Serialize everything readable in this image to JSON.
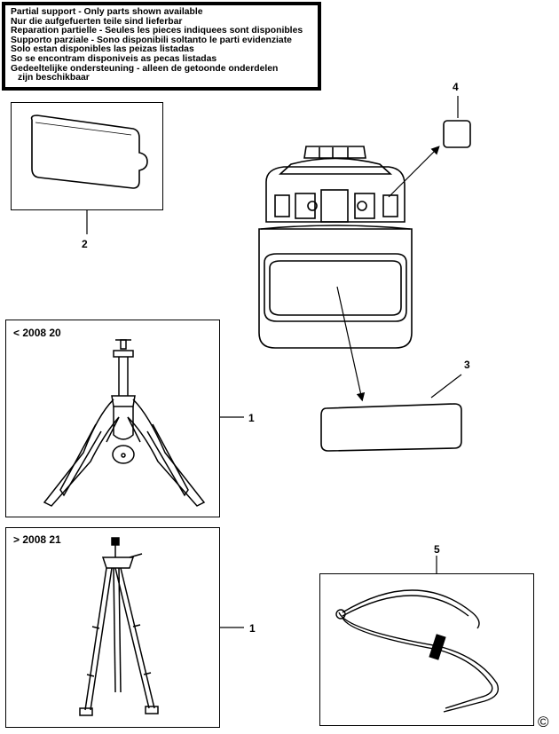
{
  "notice": {
    "lines": [
      "Partial support - Only parts shown available",
      "Nur die aufgefuerten teile sind lieferbar",
      "Reparation partielle - Seules les pieces indiquees sont disponibles",
      "Supporto parziale - Sono disponibili soltanto le parti evidenziate",
      "Solo estan disponibles las peizas listadas",
      "So se encontram disponiveis as pecas listadas",
      "Gedeeltelijke ondersteuning - alleen de getoonde onderdelen",
      "zijn beschikbaar"
    ]
  },
  "panels": {
    "tripod_small_label": "< 2008 20",
    "tripod_large_label": "> 2008 21"
  },
  "callouts": {
    "c1a": "1",
    "c1b": "1",
    "c2": "2",
    "c3": "3",
    "c4": "4",
    "c5": "5"
  },
  "copyright": "©"
}
